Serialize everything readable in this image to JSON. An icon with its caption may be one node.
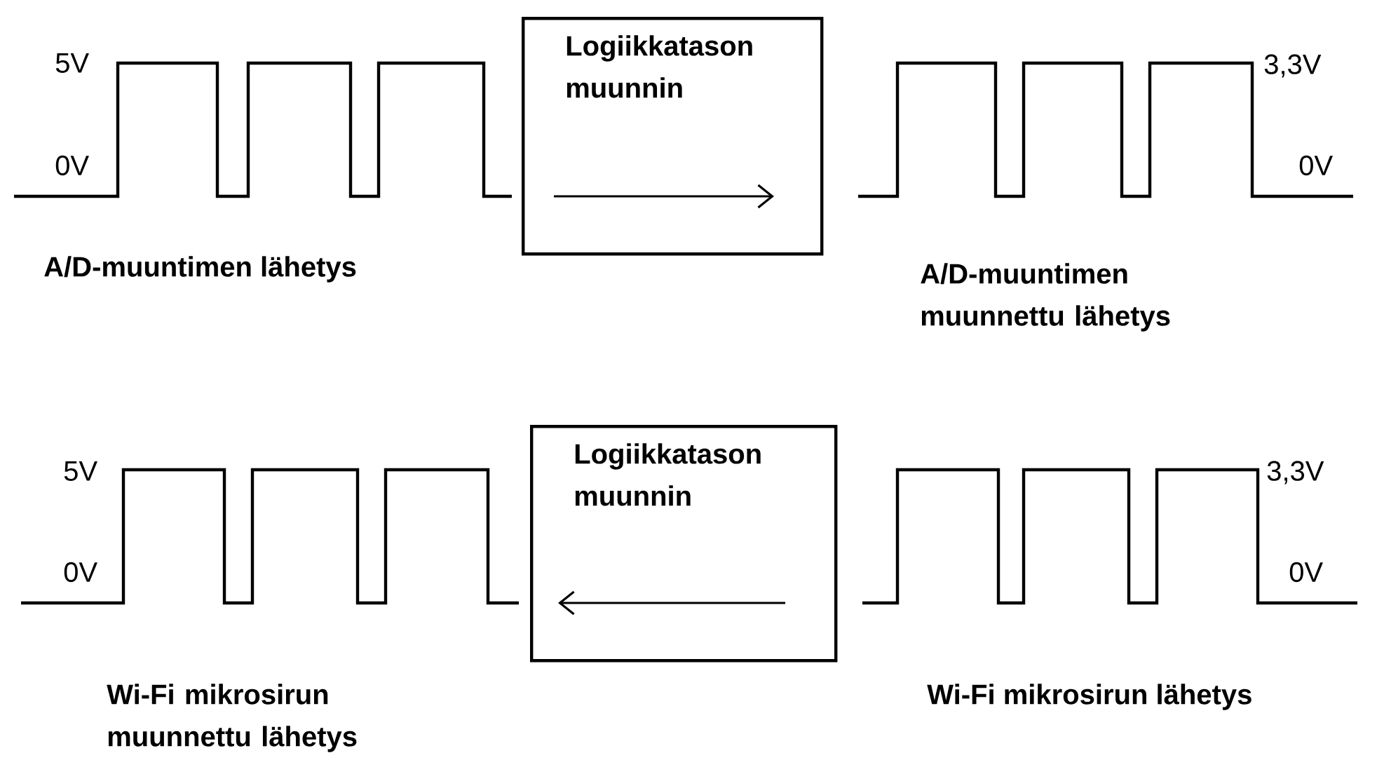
{
  "diagram": {
    "nodes": [
      {
        "text": [
          "Logiikkatason muunnin"
        ]
      },
      {
        "text": [
          "Logiikkatason muunnin"
        ]
      }
    ],
    "edges": [],
    "labels": [
      "5V",
      "0V",
      "3,3V",
      "0V",
      "A/D-muuntimen lähetys",
      "A/D-muuntimen muunnettu lähetys",
      "5V",
      "0V",
      "3,3V",
      "0V",
      "Wi-Fi mikrosirun muunnettu lähetys",
      "Wi-Fi mikrosirun lähetys"
    ]
  }
}
